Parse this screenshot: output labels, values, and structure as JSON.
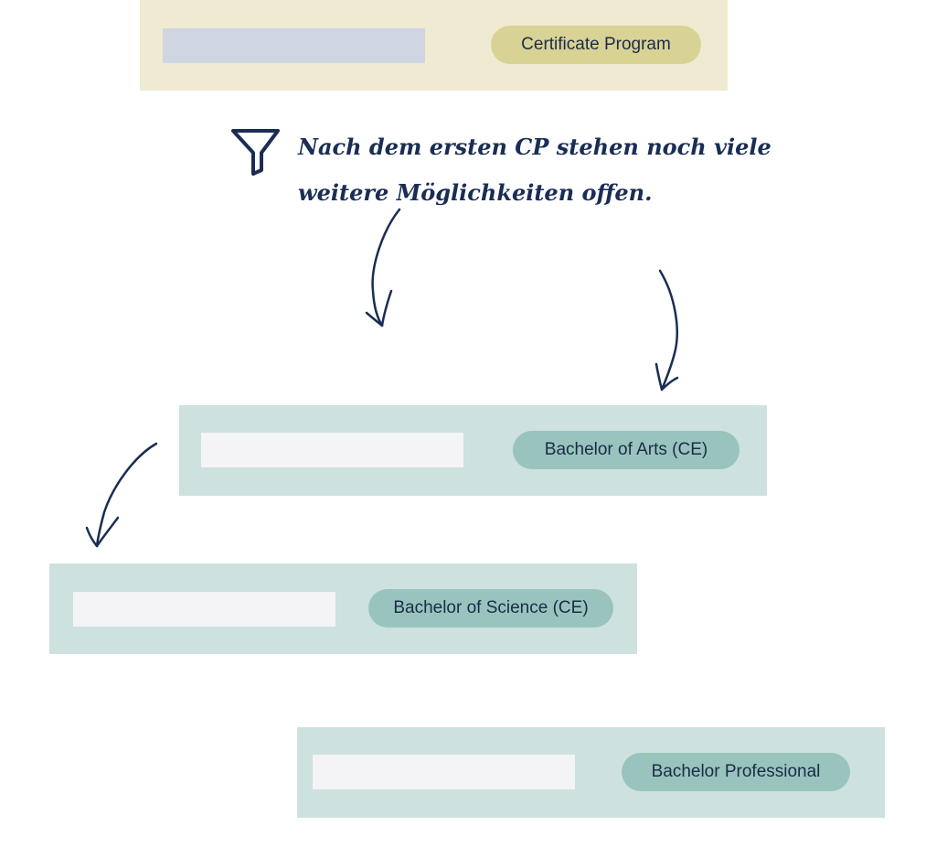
{
  "programs": {
    "certificate": {
      "label": "Certificate Program"
    },
    "bachelor_arts": {
      "label": "Bachelor of Arts (CE)"
    },
    "bachelor_science": {
      "label": "Bachelor of Science (CE)"
    },
    "bachelor_professional": {
      "label": "Bachelor Professional"
    }
  },
  "note": {
    "icon": "funnel-icon",
    "line1": "Nach dem ersten CP stehen noch viele",
    "line2": "weitere Möglichkeiten offen."
  },
  "colors": {
    "certificate_card": "#eeebd2",
    "certificate_pill": "#d8d294",
    "bachelor_card": "#cde1df",
    "bachelor_pill": "#99c4bd",
    "ink": "#1a2d55"
  }
}
